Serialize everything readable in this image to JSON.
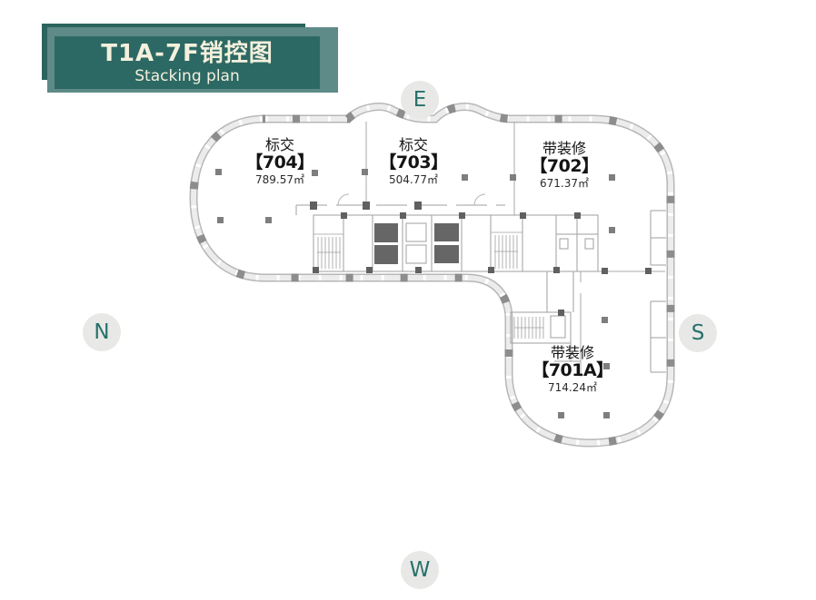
{
  "banner": {
    "title": "T1A-7F销控图",
    "subtitle": "Stacking plan"
  },
  "compass": {
    "east": "E",
    "north": "N",
    "south": "S",
    "west": "W"
  },
  "units": [
    {
      "id": "704",
      "status": "标交",
      "number": "【704】",
      "area": "789.57㎡"
    },
    {
      "id": "703",
      "status": "标交",
      "number": "【703】",
      "area": "504.77㎡"
    },
    {
      "id": "702",
      "status": "带装修",
      "number": "【702】",
      "area": "671.37㎡"
    },
    {
      "id": "701A",
      "status": "带装修",
      "number": "【701A】",
      "area": "714.24㎡"
    }
  ],
  "colors": {
    "banner_dark": "#2d6964",
    "banner_light": "#5e8b87",
    "banner_text": "#f4f0dd",
    "compass_bg": "#e8e8e7",
    "compass_text": "#27716a",
    "wall_line": "#b7b7b7",
    "wall_band": "#ececec",
    "wall_column": "#8d8d8d",
    "interior_line": "#9f9f9f",
    "label_text": "#141414"
  }
}
